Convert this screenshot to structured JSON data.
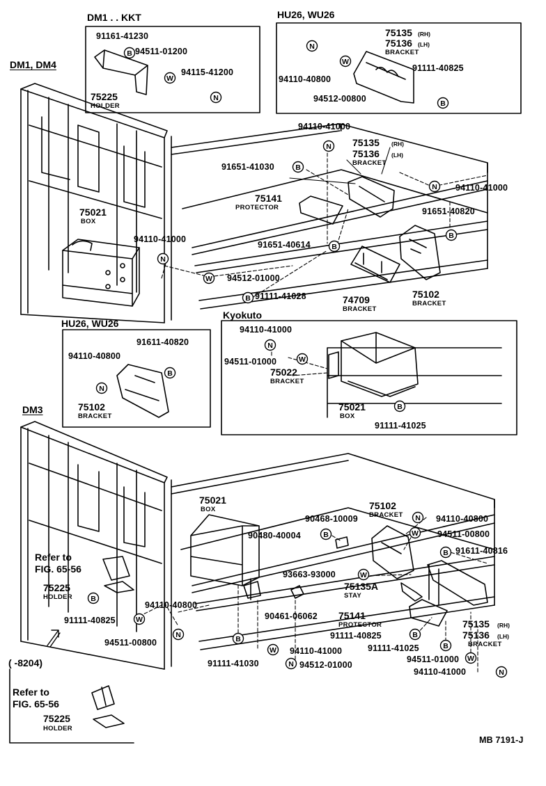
{
  "sections": {
    "dm1_dm4": "DM1, DM4",
    "dm1_kkt": "DM1 . . KKT",
    "hu26_top": "HU26, WU26",
    "hu26_mid": "HU26, WU26",
    "kyokuto": "Kyokuto",
    "dm3": "DM3",
    "date_range": "(       -8204)"
  },
  "markers": {
    "bolt": "B",
    "washer": "W",
    "nut": "N"
  },
  "labels": {
    "p91161_41230": "91161-41230",
    "p94511_01200": "94511-01200",
    "p94115_41200": "94115-41200",
    "p75225_a": "75225",
    "holder_a": "HOLDER",
    "p75135_rh_a": "75135",
    "rh_a": "(RH)",
    "p75136_lh_a": "75136",
    "lh_a": "(LH)",
    "bracket_a": "BRACKET",
    "p94110_40800_a": "94110-40800",
    "p91111_40825_a": "91111-40825",
    "p94512_00800": "94512-00800",
    "p94110_41000_a": "94110-41000",
    "p75135_b": "75135",
    "rh_b": "(RH)",
    "p75136_b": "75136",
    "lh_b": "(LH)",
    "bracket_b": "BRACKET",
    "p91651_41030": "91651-41030",
    "p94110_41000_b": "94110-41000",
    "p75141_a": "75141",
    "protector_a": "PROTECTOR",
    "p75021_a": "75021",
    "box_a": "BOX",
    "p91651_40820": "91651-40820",
    "p94110_41000_c": "94110-41000",
    "p91651_40614": "91651-40614",
    "p94512_01000_a": "94512-01000",
    "p91111_41028": "91111-41028",
    "p74709": "74709",
    "bracket_c": "BRACKET",
    "p75102_a": "75102",
    "bracket_d": "BRACKET",
    "p91611_40820": "91611-40820",
    "p94110_40800_b": "94110-40800",
    "p75102_b": "75102",
    "bracket_e": "BRACKET",
    "p94110_41000_d": "94110-41000",
    "p94511_01000_a": "94511-01000",
    "p75022": "75022",
    "bracket_f": "BRACKET",
    "p75021_b": "75021",
    "box_b": "BOX",
    "p91111_41025_a": "91111-41025",
    "p75021_c": "75021",
    "box_c": "BOX",
    "p75102_c": "75102",
    "bracket_g": "BRACKET",
    "p94110_40800_c": "94110-40800",
    "p90468_10009": "90468-10009",
    "p90480_40004": "90480-40004",
    "p94511_00800_a": "94511-00800",
    "refer_a": "Refer to",
    "fig_a": "FIG. 65-56",
    "p75225_b": "75225",
    "holder_b": "HOLDER",
    "p91611_40816": "91611-40816",
    "p93663_93000": "93663-93000",
    "p75135a": "75135A",
    "stay": "STAY",
    "p94110_40800_d": "94110-40800",
    "p91111_40825_b": "91111-40825",
    "p94511_00800_b": "94511-00800",
    "p90461_06062": "90461-06062",
    "p75141_b": "75141",
    "protector_b": "PROTECTOR",
    "p91111_40825_c": "91111-40825",
    "p91111_41025_b": "91111-41025",
    "p94511_01000_b": "94511-01000",
    "p94110_41000_e": "94110-41000",
    "p75135_c": "75135",
    "rh_c": "(RH)",
    "p75136_c": "75136",
    "lh_c": "(LH)",
    "bracket_h": "BRACKET",
    "p91111_41030": "91111-41030",
    "p94110_41000_f": "94110-41000",
    "p94512_01000_b": "94512-01000",
    "refer_b": "Refer to",
    "fig_b": "FIG. 65-56",
    "p75225_c": "75225",
    "holder_c": "HOLDER",
    "catalog_id": "MB 7191-J"
  }
}
